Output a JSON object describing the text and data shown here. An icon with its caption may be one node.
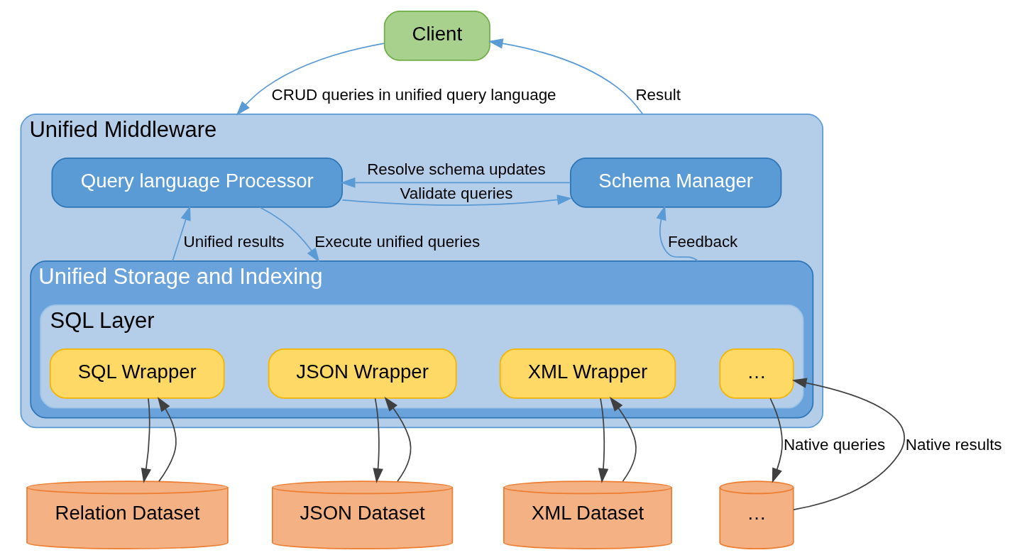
{
  "diagram": {
    "nodes": [
      {
        "text": [
          "Client"
        ]
      },
      {
        "text": [
          "Unified Middleware"
        ]
      },
      {
        "text": [
          "Query language Processor"
        ],
        "in": 1
      },
      {
        "text": [
          "Schema Manager"
        ],
        "in": 1
      },
      {
        "text": [
          "Unified Storage and Indexing"
        ],
        "in": 1
      },
      {
        "text": [
          "SQL Layer"
        ],
        "in": 4
      },
      {
        "text": [
          "SQL Wrapper"
        ],
        "in": 5
      },
      {
        "text": [
          "JSON Wrapper"
        ],
        "in": 5
      },
      {
        "text": [
          "XML Wrapper"
        ],
        "in": 5
      },
      {
        "text": [
          "…"
        ],
        "in": 5
      },
      {
        "text": [
          "Relation Dataset"
        ]
      },
      {
        "text": [
          "JSON Dataset"
        ]
      },
      {
        "text": [
          "XML Dataset"
        ]
      },
      {
        "text": [
          "…"
        ]
      }
    ],
    "edges": [
      {
        "from": 0,
        "to": 1,
        "arrow": "to",
        "label": "CRUD queries in unified query language",
        "color": "#5b9bd5"
      },
      {
        "from": 1,
        "to": 0,
        "arrow": "to",
        "label": "Result",
        "color": "#5b9bd5"
      },
      {
        "from": 2,
        "to": 3,
        "arrow": "to",
        "label": "Validate queries",
        "color": "#5b9bd5"
      },
      {
        "from": 3,
        "to": 2,
        "arrow": "to",
        "label": "Resolve schema updates",
        "color": "#5b9bd5"
      },
      {
        "from": 4,
        "to": 2,
        "arrow": "to",
        "label": "Unified results",
        "color": "#5b9bd5"
      },
      {
        "from": 2,
        "to": 4,
        "arrow": "to",
        "label": "Execute unified queries",
        "color": "#5b9bd5"
      },
      {
        "from": 4,
        "to": 3,
        "arrow": "to",
        "label": "Feedback",
        "color": "#5b9bd5"
      },
      {
        "from": 6,
        "to": 10,
        "arrow": "to"
      },
      {
        "from": 10,
        "to": 6,
        "arrow": "to"
      },
      {
        "from": 7,
        "to": 11,
        "arrow": "to"
      },
      {
        "from": 11,
        "to": 7,
        "arrow": "to"
      },
      {
        "from": 8,
        "to": 12,
        "arrow": "to"
      },
      {
        "from": 12,
        "to": 8,
        "arrow": "to"
      },
      {
        "from": 9,
        "to": 13,
        "arrow": "to",
        "label": "Native queries"
      },
      {
        "from": 13,
        "to": 9,
        "arrow": "to",
        "label": "Native results"
      }
    ]
  }
}
